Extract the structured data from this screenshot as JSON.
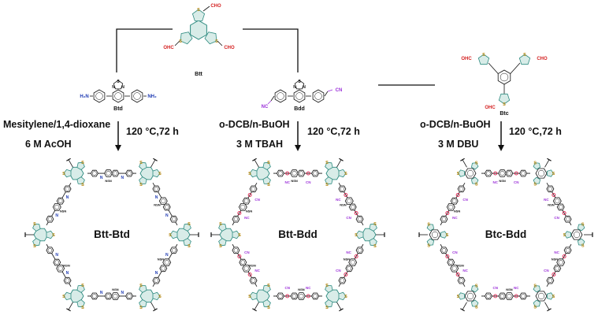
{
  "colors": {
    "ring": "#2e8b80",
    "ring_fill": "#d8ece8",
    "sulfur": "#b8860b",
    "nitrogen": "#1f3bb3",
    "cho": "#d42020",
    "cn": "#9b30d9",
    "vinyl": "#e0204f",
    "black": "#111111"
  },
  "monomers": {
    "btt": {
      "name": "Btt"
    },
    "btd": {
      "name": "Btd",
      "nh2": "NH₂",
      "h2n": "H₂N"
    },
    "bdd": {
      "name": "Bdd",
      "cn": "CN",
      "nc": "NC"
    },
    "btc": {
      "name": "Btc"
    },
    "cho": "CHO",
    "ohc": "OHC",
    "s": "S",
    "n": "N"
  },
  "reactions": [
    {
      "solvent": "Mesitylene/1,4-dioxane",
      "catalyst": "6 M AcOH",
      "conditions": "120 °C,72 h"
    },
    {
      "solvent": "o-DCB/n-BuOH",
      "catalyst": "3 M TBAH",
      "conditions": "120 °C,72 h"
    },
    {
      "solvent": "o-DCB/n-BuOH",
      "catalyst": "3 M DBU",
      "conditions": "120 °C,72 h"
    }
  ],
  "products": [
    {
      "label": "Btt-Btd",
      "linker": "imine"
    },
    {
      "label": "Btt-Bdd",
      "linker": "vinylene"
    },
    {
      "label": "Btc-Bdd",
      "linker": "vinylene"
    }
  ]
}
